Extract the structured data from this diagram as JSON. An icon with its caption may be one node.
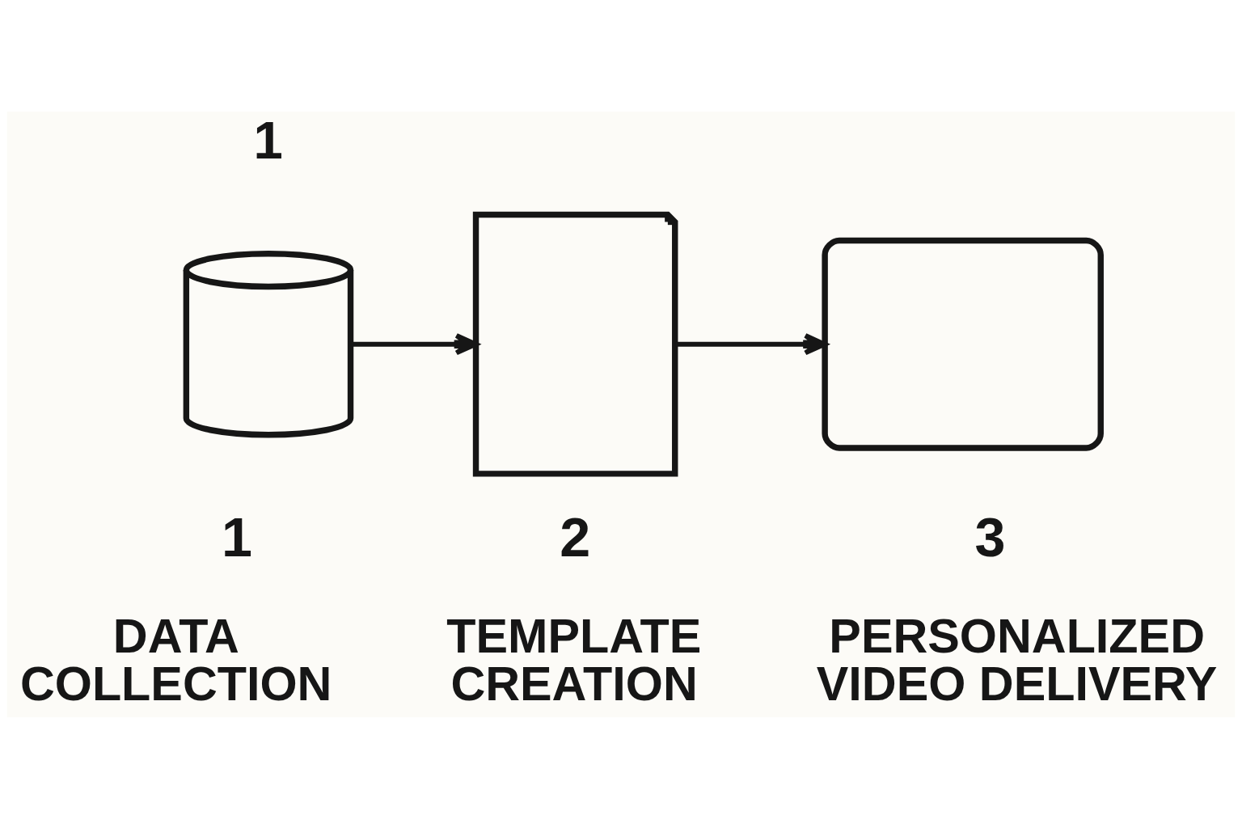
{
  "diagram": {
    "nodes": [
      {
        "text": [],
        "shape": "cylinder",
        "beside": [
          "1",
          "1",
          "DATA COLLECTION"
        ]
      },
      {
        "text": [],
        "shape": "document",
        "beside": [
          "2",
          "TEMPLATE CREATION"
        ]
      },
      {
        "text": [],
        "shape": "monitor",
        "beside": [
          "3",
          "PERSONALIZED VIDEO DELIVERY"
        ]
      }
    ],
    "edges": [
      {
        "from": 0,
        "to": 1,
        "arrow": "to"
      },
      {
        "from": 1,
        "to": 2,
        "arrow": "to"
      }
    ]
  }
}
